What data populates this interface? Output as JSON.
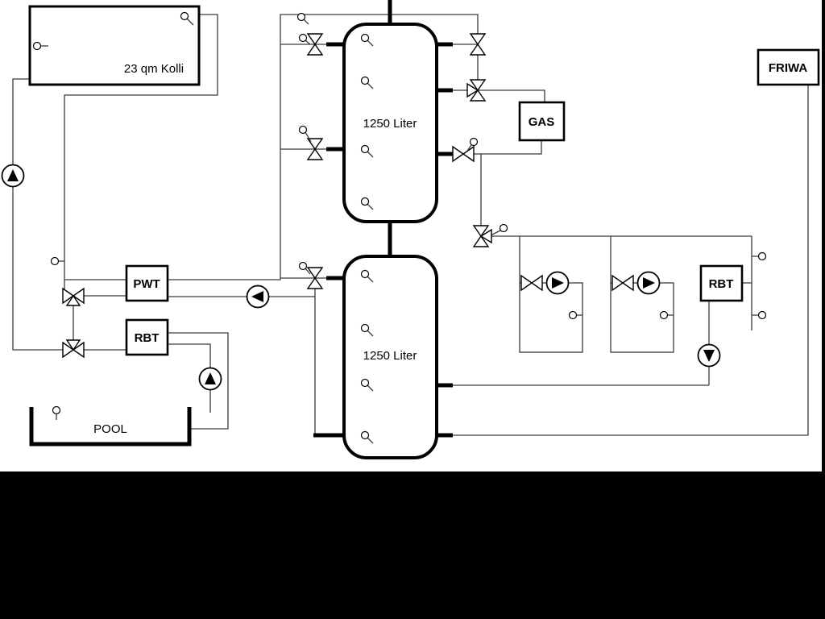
{
  "labels": {
    "collector": "23 qm Kolli",
    "tank_top": "1250 Liter",
    "tank_bottom": "1250 Liter",
    "gas": "GAS",
    "friwa": "FRIWA",
    "pwt": "PWT",
    "rbt_left": "RBT",
    "rbt_right": "RBT",
    "pool": "POOL"
  },
  "colors": {
    "pipe": "#3c3c3c",
    "outline": "#000000",
    "background": "#ffffff",
    "surround": "#000000"
  },
  "components": {
    "pumps": [
      "collector-pump",
      "pwt-charge-pump",
      "pool-pump",
      "heating-circuit-pump-1",
      "heating-circuit-pump-2",
      "rbt-circulation-pump"
    ],
    "valves": [
      "collector-mix-valve",
      "collector-return-valve",
      "tank1-top-left-valve",
      "tank1-mid-left-valve",
      "tank2-left-valve",
      "tank1-top-right-valve",
      "gas-supply-valve",
      "gas-return-valve",
      "distribution-3way-valve",
      "heating-circuit-valve-1",
      "heating-circuit-valve-2"
    ],
    "sensor_count": 21
  }
}
